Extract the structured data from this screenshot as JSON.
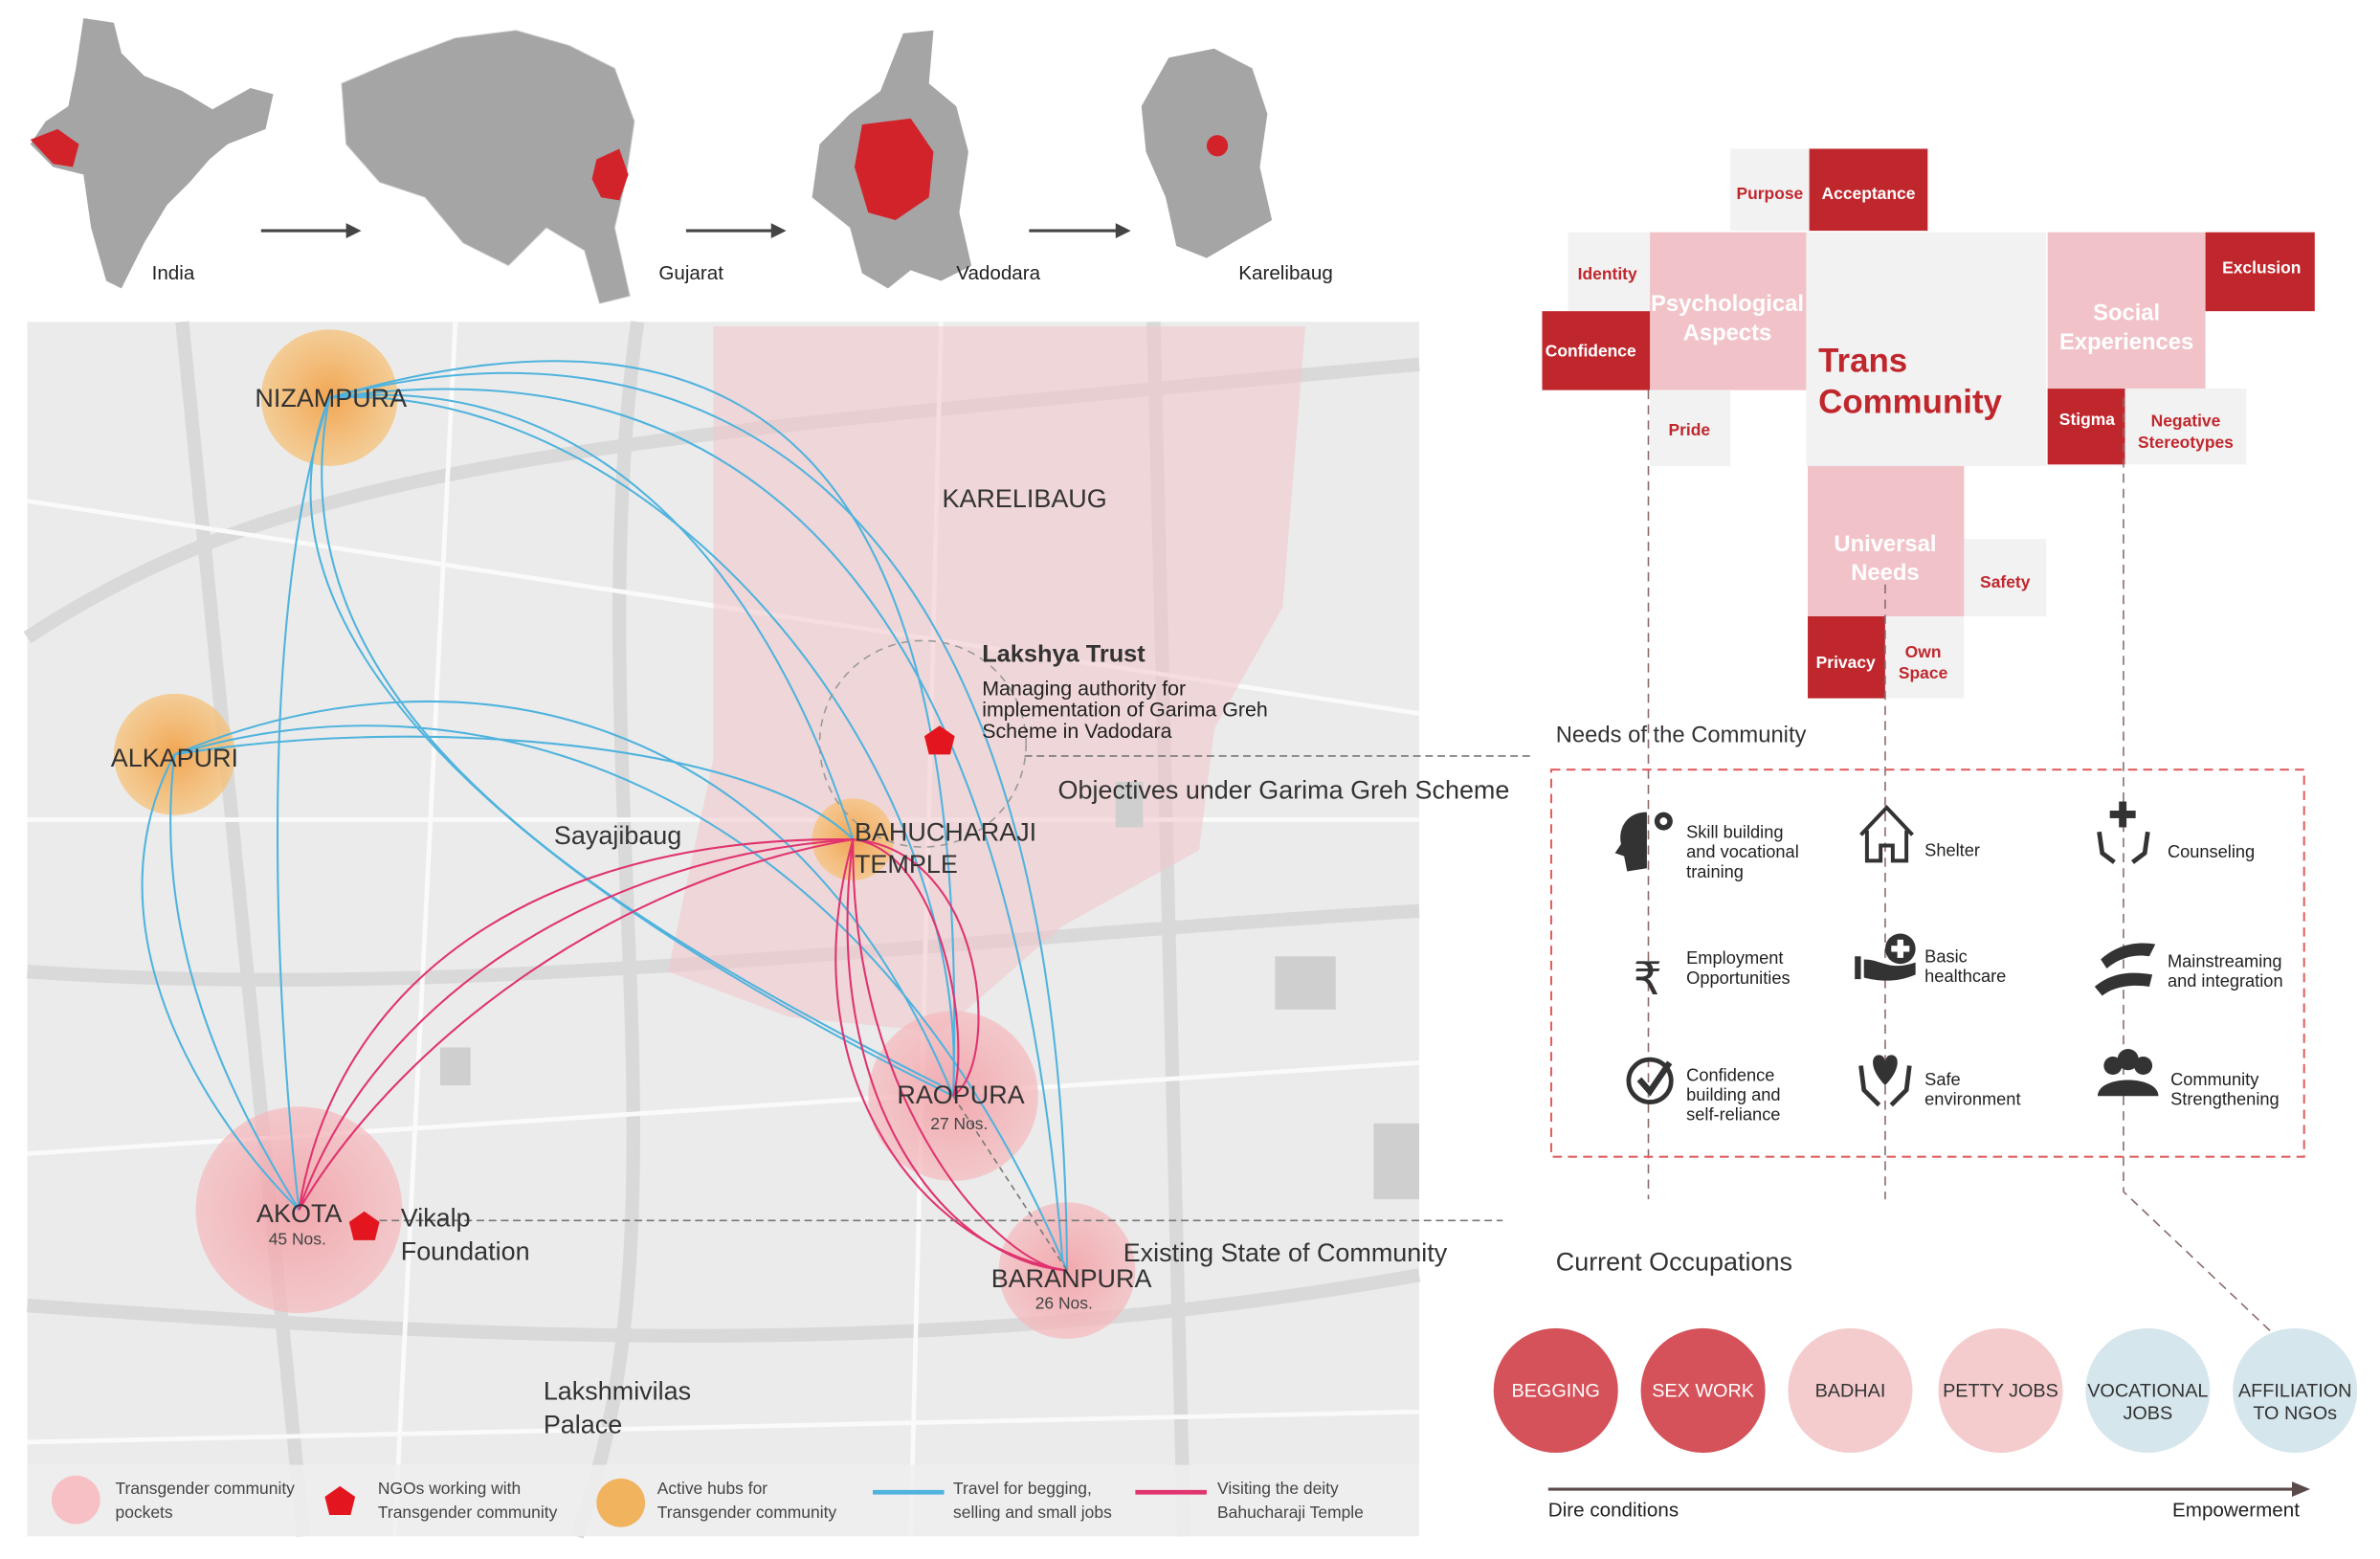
{
  "locator": {
    "india": "India",
    "gujarat": "Gujarat",
    "vadodara": "Vadodara",
    "karelibaug": "Karelibaug"
  },
  "map": {
    "places": {
      "nizampura": "NIZAMPURA",
      "karelibaug": "KARELIBAUG",
      "alkapuri": "ALKAPURI",
      "sayajibaug": "Sayajibaug",
      "bahucharaji_1": "BAHUCHARAJI",
      "bahucharaji_2": "TEMPLE",
      "raopura": "RAOPURA",
      "raopura_count": "27 Nos.",
      "akota": "AKOTA",
      "akota_count": "45 Nos.",
      "baranpura": "BARANPURA",
      "baranpura_count": "26 Nos.",
      "lakshmivilas_1": "Lakshmivilas",
      "lakshmivilas_2": "Palace"
    },
    "lakshya": {
      "title": "Lakshya Trust",
      "line1": "Managing authority for",
      "line2": "implementation of Garima Greh",
      "line3": "Scheme in Vadodara"
    },
    "vikalp_1": "Vikalp",
    "vikalp_2": "Foundation",
    "objectives": "Objectives under Garima Greh Scheme",
    "existing": "Existing State of Community",
    "legend": [
      {
        "line1": "Transgender community",
        "line2": "pockets"
      },
      {
        "line1": "NGOs working with",
        "line2": "Transgender community"
      },
      {
        "line1": "Active hubs for",
        "line2": "Transgender community"
      },
      {
        "line1": "Travel for begging,",
        "line2": "selling and small jobs"
      },
      {
        "line1": "Visiting the deity",
        "line2": "Bahucharaji Temple"
      }
    ]
  },
  "concept": {
    "center_1": "Trans",
    "center_2": "Community",
    "psychological_1": "Psychological",
    "psychological_2": "Aspects",
    "social_1": "Social",
    "social_2": "Experiences",
    "universal_1": "Universal",
    "universal_2": "Needs",
    "purpose": "Purpose",
    "acceptance": "Acceptance",
    "identity": "Identity",
    "confidence": "Confidence",
    "pride": "Pride",
    "exclusion": "Exclusion",
    "stigma": "Stigma",
    "negative_1": "Negative",
    "negative_2": "Stereotypes",
    "safety": "Safety",
    "privacy": "Privacy",
    "own_1": "Own",
    "own_2": "Space"
  },
  "needs": {
    "title": "Needs of the Community",
    "items": [
      {
        "icon": "head-gear-icon",
        "lines": [
          "Skill building",
          "and vocational",
          "training"
        ]
      },
      {
        "icon": "house-icon",
        "lines": [
          "Shelter"
        ]
      },
      {
        "icon": "hands-cross-icon",
        "lines": [
          "Counseling"
        ]
      },
      {
        "icon": "rupee-icon",
        "lines": [
          "Employment",
          "Opportunities"
        ]
      },
      {
        "icon": "hand-healthcare-icon",
        "lines": [
          "Basic",
          "healthcare"
        ]
      },
      {
        "icon": "handshake-icon",
        "lines": [
          "Mainstreaming",
          "and integration"
        ]
      },
      {
        "icon": "check-circle-icon",
        "lines": [
          "Confidence",
          "building and",
          "self-reliance"
        ]
      },
      {
        "icon": "hands-heart-icon",
        "lines": [
          "Safe",
          "environment"
        ]
      },
      {
        "icon": "people-icon",
        "lines": [
          "Community",
          "Strengthening"
        ]
      }
    ]
  },
  "occupations": {
    "title": "Current Occupations",
    "items": [
      {
        "l1": "BEGGING",
        "l2": ""
      },
      {
        "l1": "SEX WORK",
        "l2": ""
      },
      {
        "l1": "BADHAI",
        "l2": ""
      },
      {
        "l1": "PETTY JOBS",
        "l2": ""
      },
      {
        "l1": "VOCATIONAL",
        "l2": "JOBS"
      },
      {
        "l1": "AFFILIATION",
        "l2": "TO NGOs"
      }
    ],
    "axis_start": "Dire conditions",
    "axis_end": "Empowerment"
  },
  "colors": {
    "red": "#c0272d",
    "pink_box": "#f1c3c9",
    "light_box": "#f2f2f2",
    "hub_orange": "#f2b35f",
    "pocket_pink": "#f4b6ba",
    "travel_blue": "#4fb3de",
    "deity_pink": "#e0336f",
    "occ_dark": "#d6525a",
    "occ_light": "#f4cccd",
    "occ_blue": "#d5e6ec"
  }
}
